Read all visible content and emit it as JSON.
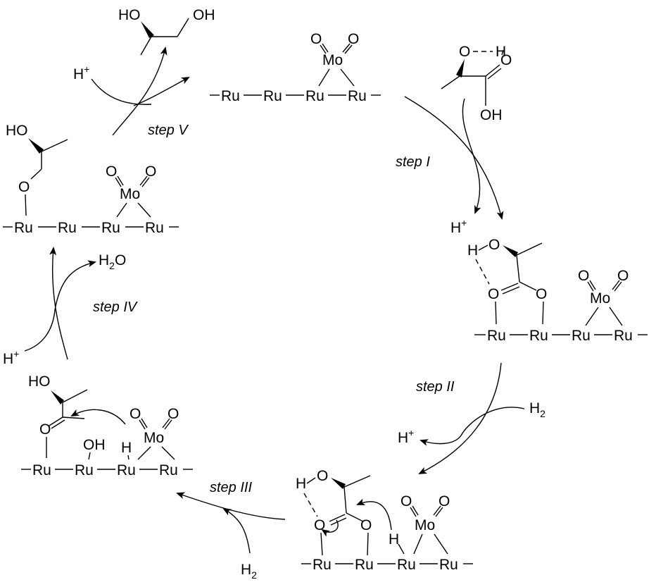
{
  "steps": [
    "step I",
    "step II",
    "step III",
    "step IV",
    "step V"
  ],
  "atoms": {
    "Ru": "Ru",
    "Mo": "Mo",
    "O": "O",
    "H": "H",
    "OH": "OH",
    "HO": "HO"
  },
  "species": {
    "H_plus": "H",
    "plus_sup": "+",
    "H2": "H",
    "H2_sub": "2",
    "H2O_H": "H",
    "H2O_sub": "2",
    "H2O_O": "O"
  }
}
